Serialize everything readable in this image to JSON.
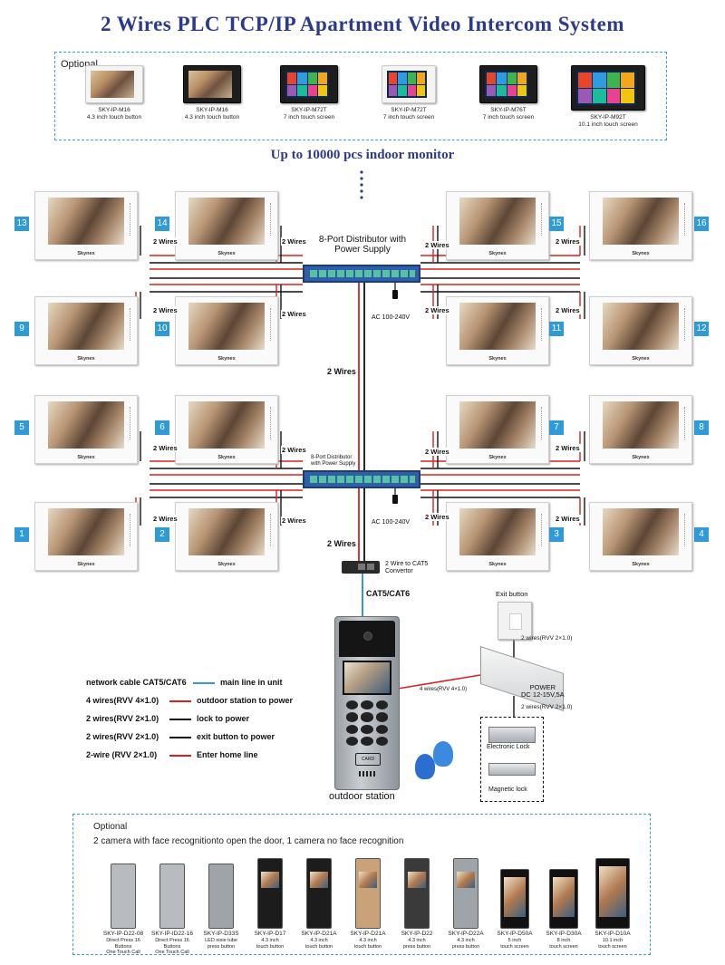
{
  "title": "2 Wires  PLC TCP/IP Apartment Video Intercom System",
  "optional_top": {
    "label": "Optional",
    "products": [
      {
        "model": "SKY-IP-M16",
        "desc": "4.3 inch touch button",
        "style": "white"
      },
      {
        "model": "SKY-IP-M16",
        "desc": "4.3 inch touch button",
        "style": "black"
      },
      {
        "model": "SKY-IP-M72T",
        "desc": "7 inch touch screen",
        "style": "black-tiles"
      },
      {
        "model": "SKY-IP-M72T",
        "desc": "7 inch touch screen",
        "style": "white-tiles"
      },
      {
        "model": "SKY-IP-M76T",
        "desc": "7 inch touch screen",
        "style": "grey-tiles"
      },
      {
        "model": "SKY-IP-M92T",
        "desc": "10.1 inch touch screen",
        "style": "black-tiles"
      }
    ]
  },
  "upto_text": "Up to 10000 pcs indoor monitor",
  "monitor_brand": "Skynex",
  "monitor_numbers": [
    "13",
    "14",
    "15",
    "16",
    "9",
    "10",
    "11",
    "12",
    "5",
    "6",
    "7",
    "8",
    "1",
    "2",
    "3",
    "4"
  ],
  "wire_label": "2 Wires",
  "distributor_top": {
    "line1": "8-Port Distributor with",
    "line2": "Power Supply"
  },
  "distributor_bottom": {
    "line1": "8-Port Distributor",
    "line2": "with Power Supply"
  },
  "ac_label": "AC 100-240V",
  "convertor_label": {
    "line1": "2 Wire to CAT5",
    "line2": "Convertor"
  },
  "cat_label": "CAT5/CAT6",
  "outdoor_label": "outdoor station",
  "exit_button_label": "Exit button",
  "wires_rvv_2x10": "2 wires(RVV 2×1.0)",
  "wires_rvv_4x10": "4 wires(RVV 4×1.0)",
  "power_label": {
    "line1": "POWER",
    "line2": "DC 12-15V,5A"
  },
  "electronic_lock": "Electronic Lock",
  "magnetic_lock": "Magnetic lock",
  "card_label": "CARD",
  "legend": [
    {
      "left": "network cable CAT5/CAT6",
      "right": "main line in unit",
      "color": "#2e9ad6"
    },
    {
      "left": "4 wires(RVV 4×1.0)",
      "right": "outdoor station to power",
      "color": "#d9201f"
    },
    {
      "left": "2 wires(RVV 2×1.0)",
      "right": "lock to power",
      "color": "#111111"
    },
    {
      "left": "2 wires(RVV 2×1.0)",
      "right": "exit button to power",
      "color": "#111111"
    },
    {
      "left": "2-wire (RVV 2×1.0)",
      "right": "Enter home line",
      "color": "#d9201f"
    }
  ],
  "optional_bottom": {
    "label": "Optional",
    "subtitle": "2 camera with face recognitionto open the door, 1 camera no face recognition",
    "products": [
      {
        "model": "SKY-IP-D22-08",
        "desc": "Direct Press 16 Buttons\nOne Touch Call"
      },
      {
        "model": "SKY-IP-ID22-16",
        "desc": "Direct Press 16 Buttons\nOne Touch Call"
      },
      {
        "model": "SKY-IP-D33S",
        "desc": "LED nixie tube\npress button"
      },
      {
        "model": "SKY-IP-D17",
        "desc": "4.3 inch\ntouch button"
      },
      {
        "model": "SKY-IP-D21A",
        "desc": "4.3 inch\ntouch button"
      },
      {
        "model": "SKY-IP-D21A",
        "desc": "4.3 inch\ntouch button"
      },
      {
        "model": "SKY-IP-D22",
        "desc": "4.3 inch\npress button"
      },
      {
        "model": "SKY-IP-D22A",
        "desc": "4.3 inch\npress button"
      },
      {
        "model": "SKY-IP-D50A",
        "desc": "5 inch\ntouch screen"
      },
      {
        "model": "SKY-IP-D30A",
        "desc": "8 inch\ntouch screen"
      },
      {
        "model": "SKY-IP-D10A",
        "desc": "10.1 inch\ntouch screen"
      }
    ]
  },
  "colors": {
    "title": "#2b3a8c",
    "accent": "#2e9ad6",
    "power_wire": "#d9201f",
    "signal_wire": "#111111",
    "distributor": "#2f5fa8"
  }
}
